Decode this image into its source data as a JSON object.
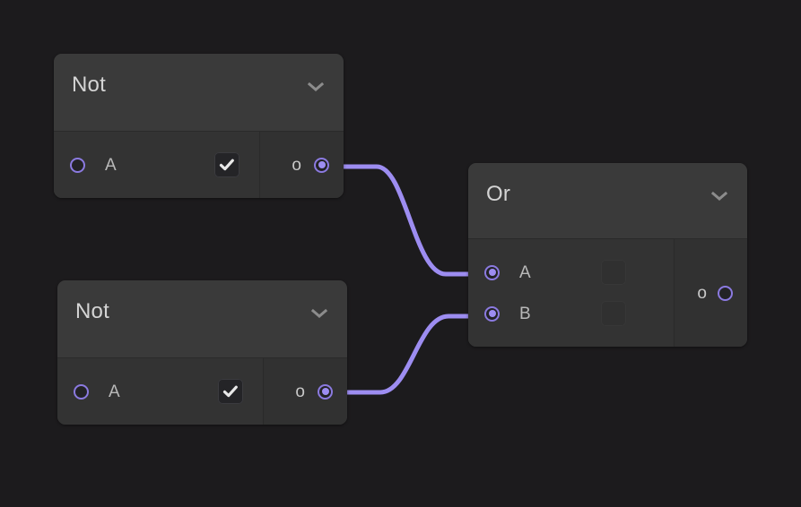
{
  "canvas": {
    "background": "#1c1b1d",
    "accent": "#9d8df1",
    "node_background": "#333333",
    "node_header_background": "#3a3a3a",
    "output_column_background": "#313131"
  },
  "nodes": [
    {
      "id": "not-1",
      "title": "Not",
      "collapse_icon": "chevron-down-icon",
      "inputs": [
        {
          "label": "A",
          "connected": false,
          "widget": "checkbox",
          "checked": true,
          "enabled": true
        }
      ],
      "outputs": [
        {
          "label": "o",
          "connected": true
        }
      ]
    },
    {
      "id": "not-2",
      "title": "Not",
      "collapse_icon": "chevron-down-icon",
      "inputs": [
        {
          "label": "A",
          "connected": false,
          "widget": "checkbox",
          "checked": true,
          "enabled": true
        }
      ],
      "outputs": [
        {
          "label": "o",
          "connected": true
        }
      ]
    },
    {
      "id": "or",
      "title": "Or",
      "collapse_icon": "chevron-down-icon",
      "inputs": [
        {
          "label": "A",
          "connected": true,
          "widget": "checkbox",
          "checked": false,
          "enabled": false
        },
        {
          "label": "B",
          "connected": true,
          "widget": "checkbox",
          "checked": false,
          "enabled": false
        }
      ],
      "outputs": [
        {
          "label": "o",
          "connected": false
        }
      ]
    }
  ],
  "edges": [
    {
      "from_node": "not-1",
      "from_port": "o",
      "to_node": "or",
      "to_port": "A",
      "color": "#9d8df1"
    },
    {
      "from_node": "not-2",
      "from_port": "o",
      "to_node": "or",
      "to_port": "B",
      "color": "#9d8df1"
    }
  ]
}
